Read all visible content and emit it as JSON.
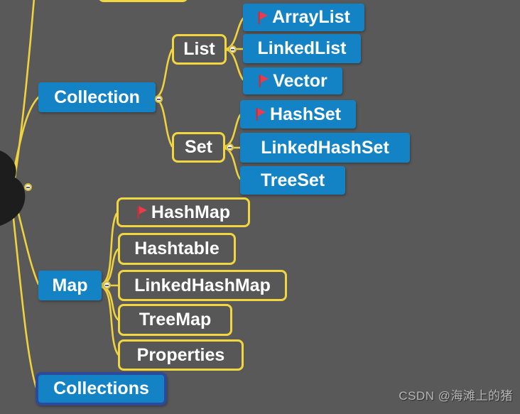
{
  "mindmap": {
    "branches": [
      {
        "label": "Collection",
        "style": "filled",
        "flag": false,
        "children": [
          {
            "label": "List",
            "style": "outlined",
            "flag": false,
            "children": [
              {
                "label": "ArrayList",
                "style": "filled",
                "flag": true
              },
              {
                "label": "LinkedList",
                "style": "filled",
                "flag": false
              },
              {
                "label": "Vector",
                "style": "filled",
                "flag": true
              }
            ]
          },
          {
            "label": "Set",
            "style": "outlined",
            "flag": false,
            "children": [
              {
                "label": "HashSet",
                "style": "filled",
                "flag": true
              },
              {
                "label": "LinkedHashSet",
                "style": "filled",
                "flag": false
              },
              {
                "label": "TreeSet",
                "style": "filled",
                "flag": false
              }
            ]
          }
        ]
      },
      {
        "label": "Map",
        "style": "filled",
        "flag": false,
        "children": [
          {
            "label": "HashMap",
            "style": "outlined",
            "flag": true
          },
          {
            "label": "Hashtable",
            "style": "outlined",
            "flag": false
          },
          {
            "label": "LinkedHashMap",
            "style": "outlined",
            "flag": false
          },
          {
            "label": "TreeMap",
            "style": "outlined",
            "flag": false
          },
          {
            "label": "Properties",
            "style": "outlined",
            "flag": false
          }
        ]
      },
      {
        "label": "Collections",
        "style": "filled",
        "flag": false,
        "selected": true
      }
    ]
  },
  "watermark": {
    "text": "CSDN @海滩上的猪"
  },
  "colors": {
    "background": "#595959",
    "topic_fill_blue": "#1483c6",
    "branch_yellow": "#f0d23e",
    "outlined_fill": "#575757",
    "selected_border_navy": "#2b4a9c",
    "flag_red": "#ea3b4b",
    "topic_text": "#ffffff",
    "root_black": "#1d1d1d"
  }
}
